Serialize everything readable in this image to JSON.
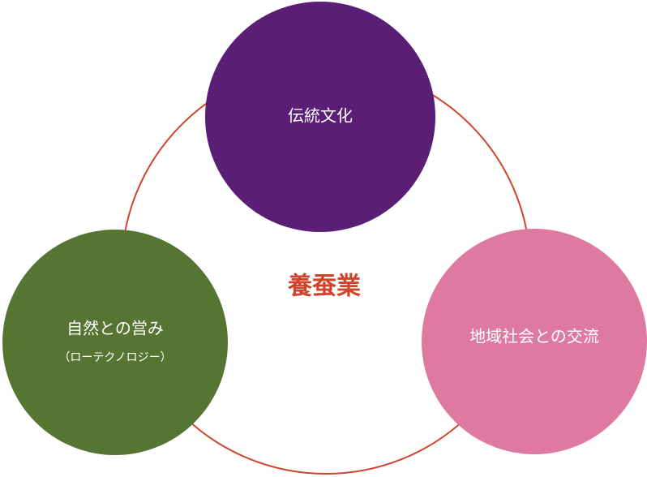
{
  "diagram": {
    "center": {
      "label": "養蚕業"
    },
    "nodes": {
      "tradition": {
        "label": "伝統文化"
      },
      "nature": {
        "label": "自然との営み",
        "sublabel": "（ローテクノロジー）"
      },
      "community": {
        "label": "地域社会との交流"
      }
    }
  },
  "colors": {
    "ring": "#d0442d",
    "center_text": "#d0442d",
    "tradition": "#5a1e74",
    "nature": "#567532",
    "community": "#de7aa0",
    "node_text": "#ffffff"
  }
}
